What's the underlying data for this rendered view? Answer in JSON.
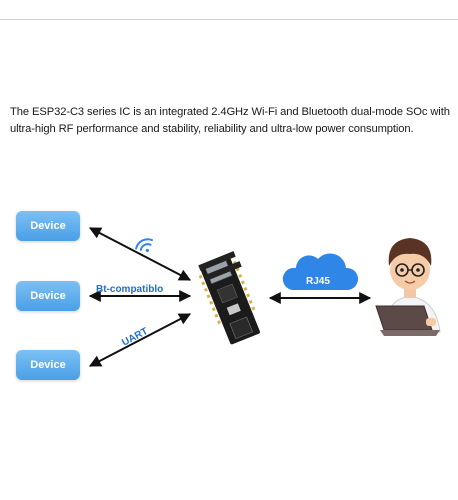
{
  "description": "The ESP32-C3 series IC is an integrated 2.4GHz Wi-Fi and Bluetooth dual-mode SOc with ultra-high RF performance and stability, reliability and ultra-low power consumption.",
  "devices": [
    "Device",
    "Device",
    "Device"
  ],
  "links": {
    "bluetooth_label": "Bt-compatiblo",
    "uart_label": "UART",
    "cloud_label": "RJ45"
  },
  "colors": {
    "device_fill": "#5aaaf0",
    "link_text": "#1f6fd1",
    "cloud_fill": "#2f86e6",
    "arrow": "#111111"
  },
  "icons": [
    "wifi-icon",
    "cloud-icon",
    "esp32-board",
    "developer-avatar",
    "laptop-icon"
  ]
}
